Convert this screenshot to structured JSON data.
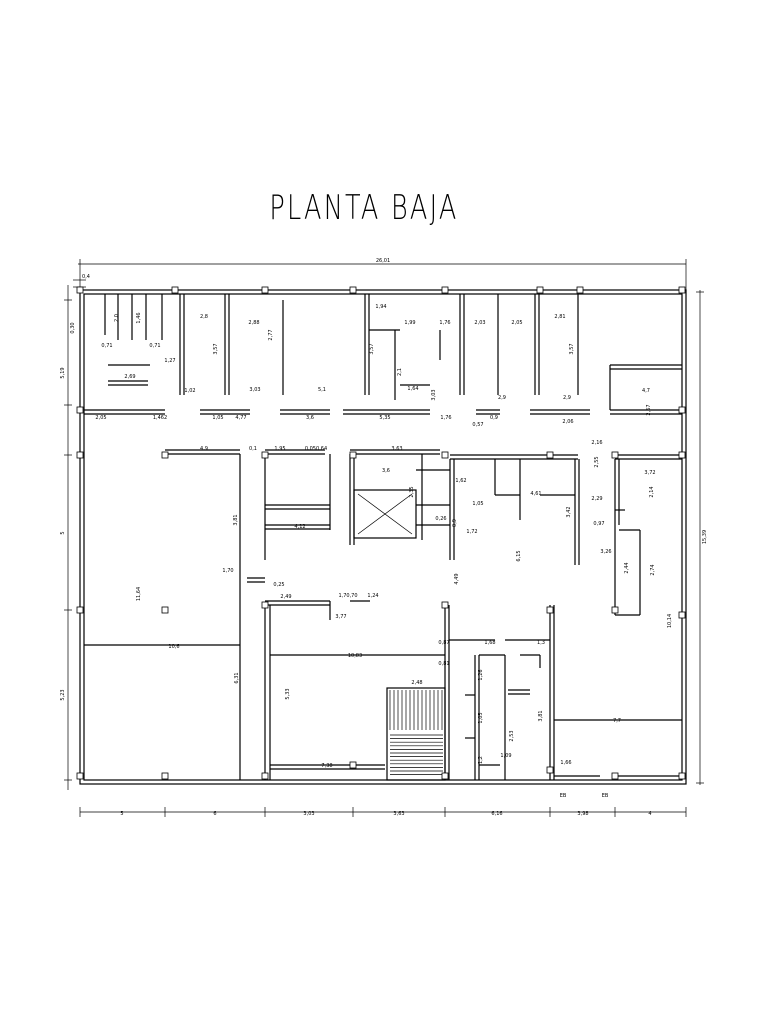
{
  "title": "PLANTA BAJA",
  "top": {
    "total": "26,01",
    "left_small": "0,4"
  },
  "left": {
    "d1": "0,30",
    "d2": "5,19",
    "d3": "5",
    "d4": "5,23"
  },
  "right": {
    "d1": "15,39"
  },
  "bottom": [
    "5",
    "6",
    "3,03",
    "3,63",
    "6,16",
    "3,98",
    "4"
  ],
  "upper_rooms": [
    "0,71",
    "2,0",
    "0,71",
    "1,46",
    "1,27",
    "2,69",
    "1,02",
    "2,8",
    "3,57",
    "2,88",
    "2,77",
    "3,03",
    "5,1",
    "3,57",
    "1,94",
    "1,99",
    "2,1",
    "1,64",
    "3,03",
    "1,76",
    "2,03",
    "2,05",
    "2,81",
    "3,57",
    "2,9",
    "2,9",
    "4,7",
    "2,67"
  ],
  "corridor_row": [
    "2,05",
    "1,462",
    "1,05",
    "4,77",
    "3,6",
    "5,35",
    "1,76",
    "0,9",
    "0,57",
    "2,06"
  ],
  "mid": [
    "4,9",
    "0,1",
    "1,95",
    "0,050,64",
    "3,63",
    "3,6",
    "2,35",
    "1,62",
    "1,05",
    "4,61",
    "3,42",
    "2,29",
    "2,16",
    "2,55",
    "3,72",
    "2,14",
    "0,26",
    "0,9",
    "1,72",
    "0,97",
    "3,81",
    "4,12",
    "6,15",
    "3,26",
    "2,44",
    "2,74",
    "1,70",
    "0,25",
    "2,49",
    "1,70,70",
    "1,24",
    "3,77",
    "4,49"
  ],
  "lower": [
    "11,64",
    "10,6",
    "10,83",
    "10,14",
    "6,31",
    "5,33",
    "0,87",
    "1,68",
    "1,3",
    "0,81",
    "2,48",
    "1,26",
    "1,05",
    "2,53",
    "3,81",
    "1,2",
    "1,09",
    "7,7",
    "1,66",
    "7,38",
    "EB",
    "EB"
  ]
}
